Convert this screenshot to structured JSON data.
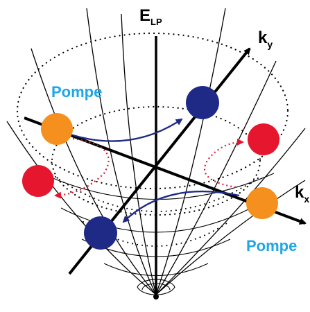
{
  "labels": {
    "energy_axis": "E",
    "energy_subscript": "LP",
    "ky": "k",
    "ky_subscript": "y",
    "kx": "k",
    "kx_subscript": "x",
    "pump_top_left": "Pompe",
    "pump_bottom_right": "Pompe"
  },
  "colors": {
    "pump": "#F5901E",
    "signal": "#E5162D",
    "blue_state": "#1F2A86",
    "pump_label": "#1EA6E6",
    "scattering_arrow": "#1F2A86",
    "dotted_arrow": "#E5162D",
    "axis": "#000000"
  }
}
